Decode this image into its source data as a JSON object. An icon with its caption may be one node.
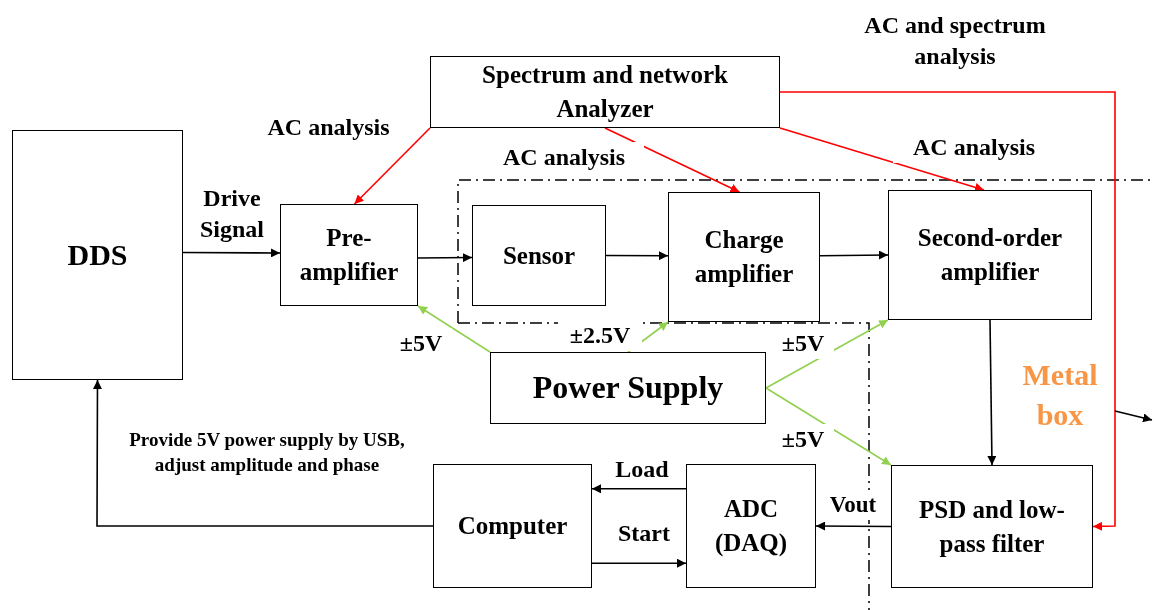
{
  "diagram": {
    "nodes": [
      {
        "text": [
          "Spectrum and network Analyzer"
        ]
      },
      {
        "text": [
          "DDS"
        ]
      },
      {
        "text": [
          "Pre-amplifier"
        ]
      },
      {
        "text": [
          "Sensor"
        ]
      },
      {
        "text": [
          "Charge amplifier"
        ]
      },
      {
        "text": [
          "Second-order amplifier"
        ]
      },
      {
        "text": [
          "Power Supply"
        ]
      },
      {
        "text": [
          "Computer"
        ]
      },
      {
        "text": [
          "ADC (DAQ)"
        ]
      },
      {
        "text": [
          "PSD and low-pass filter"
        ]
      },
      {
        "text": [
          "Metal box"
        ]
      }
    ],
    "edges": [
      {
        "from": 0,
        "to": 2,
        "arrow": "to",
        "label": "AC analysis",
        "color": "#ff0000"
      },
      {
        "from": 0,
        "to": 4,
        "arrow": "to",
        "label": "AC analysis",
        "color": "#ff0000"
      },
      {
        "from": 0,
        "to": 5,
        "arrow": "to",
        "label": "AC analysis",
        "color": "#ff0000"
      },
      {
        "from": 0,
        "to": 9,
        "arrow": "to",
        "label": "AC and spectrum analysis",
        "color": "#ff0000"
      },
      {
        "from": 1,
        "to": 2,
        "arrow": "to",
        "label": "Drive Signal"
      },
      {
        "from": 2,
        "to": 3,
        "arrow": "to"
      },
      {
        "from": 3,
        "to": 4,
        "arrow": "to"
      },
      {
        "from": 4,
        "to": 5,
        "arrow": "to"
      },
      {
        "from": 5,
        "to": 9,
        "arrow": "to"
      },
      {
        "from": 9,
        "to": 8,
        "arrow": "to",
        "label": "Vout"
      },
      {
        "from": 8,
        "to": 7,
        "arrow": "to",
        "label": "Load"
      },
      {
        "from": 7,
        "to": 8,
        "arrow": "to",
        "label": "Start"
      },
      {
        "from": 7,
        "to": 1,
        "arrow": "to",
        "label": "Provide 5V power supply by USB, adjust amplitude and phase"
      },
      {
        "from": 6,
        "to": 2,
        "arrow": "to",
        "label": "±5V",
        "color": "#92d050"
      },
      {
        "from": 6,
        "to": 4,
        "arrow": "to",
        "label": "±2.5V",
        "color": "#92d050"
      },
      {
        "from": 6,
        "to": 5,
        "arrow": "to",
        "label": "±5V",
        "color": "#92d050"
      },
      {
        "from": 6,
        "to": 9,
        "arrow": "to",
        "label": "±5V",
        "color": "#92d050"
      },
      {
        "from": 10,
        "to": null,
        "arrow": "to"
      }
    ]
  }
}
